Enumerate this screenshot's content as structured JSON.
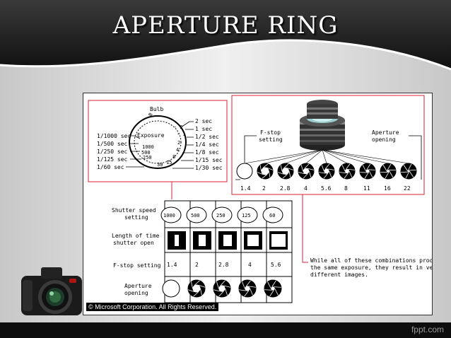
{
  "slide": {
    "title": "APERTURE RING",
    "brand": "fppt.com"
  },
  "dial": {
    "bulb": "Bulb",
    "exposure": "Exposure",
    "fast_speeds": [
      "1/1000 sec",
      "1/500 sec",
      "1/250 sec",
      "1/125 sec",
      "1/60 sec"
    ],
    "slow_speeds": [
      "2 sec",
      "1 sec",
      "1/2 sec",
      "1/4 sec",
      "1/8 sec",
      "1/15 sec",
      "1/30 sec"
    ]
  },
  "lens": {
    "fstop_label": [
      "F-stop",
      "setting"
    ],
    "aperture_label": [
      "Aperture",
      "opening"
    ],
    "fstops": [
      "1.4",
      "2",
      "2.8",
      "4",
      "5.6",
      "8",
      "11",
      "16",
      "22"
    ]
  },
  "table": {
    "row_labels": {
      "shutter": [
        "Shutter speed",
        "setting"
      ],
      "length": [
        "Length of time",
        "shutter open"
      ],
      "fstop": [
        "F-stop setting"
      ],
      "aperture": [
        "Aperture",
        "opening"
      ]
    },
    "shutter_values": [
      "1000",
      "500",
      "250",
      "125",
      "60"
    ],
    "fstop_values": [
      "1.4",
      "2",
      "2.8",
      "4",
      "5.6"
    ]
  },
  "note": [
    "While all of these combinations produce",
    "the same exposure, they result in very",
    "different images."
  ],
  "copyright": "© Microsoft Corporation. All Rights Reserved."
}
